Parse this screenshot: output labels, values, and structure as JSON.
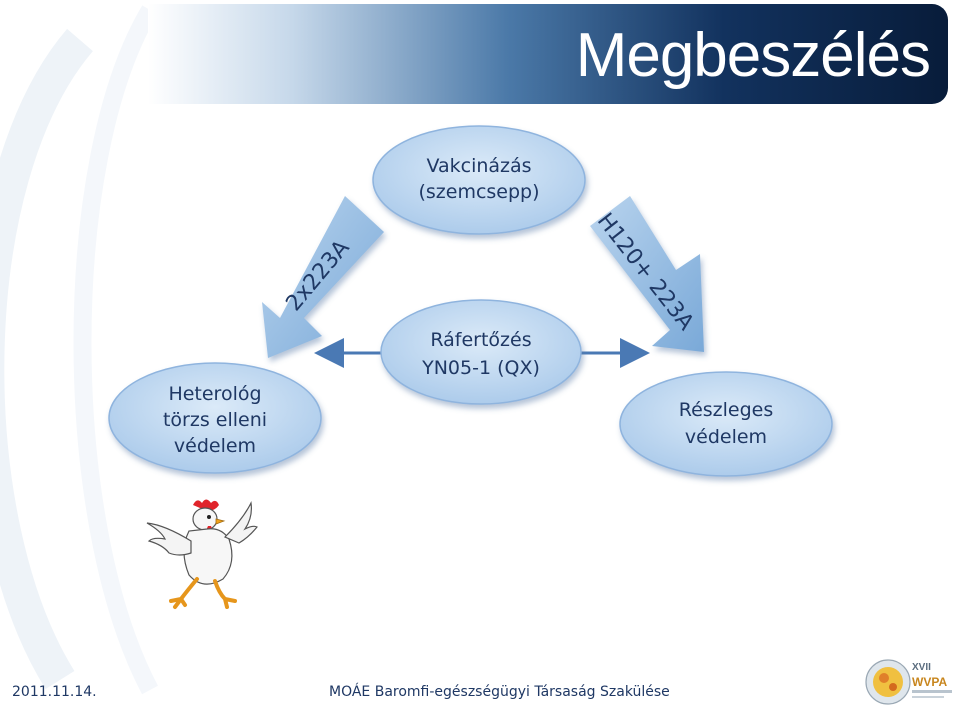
{
  "slide": {
    "title": "Megbeszélés"
  },
  "nodes": {
    "vaccination": {
      "line1": "Vakcinázás",
      "line2": "(szemcsepp)"
    },
    "challenge": {
      "line1": "Ráfertőzés",
      "line2": "YN05-1 (QX)"
    },
    "heterologous": {
      "line1": "Heterológ",
      "line2": "törzs elleni",
      "line3": "védelem"
    },
    "partial": {
      "line1": "Részleges",
      "line2": "védelem"
    }
  },
  "arrows": {
    "left_label": "2x223A",
    "right_label": "H120+ 223A"
  },
  "colors": {
    "node_fill": "#bdd7ee",
    "node_border": "#7fa7d6",
    "arrow_fill": "#9dc3e6",
    "text": "#1f3864"
  },
  "icons": {
    "chicken": "chicken-illustration-icon",
    "logo": "wvpa-congress-logo-icon"
  },
  "footer": {
    "date": "2011.11.14.",
    "organization": "MOÁE Baromfi-egészségügyi Társaság Szakülése",
    "logo_text_1": "XVII",
    "logo_text_2": "WVPA"
  }
}
